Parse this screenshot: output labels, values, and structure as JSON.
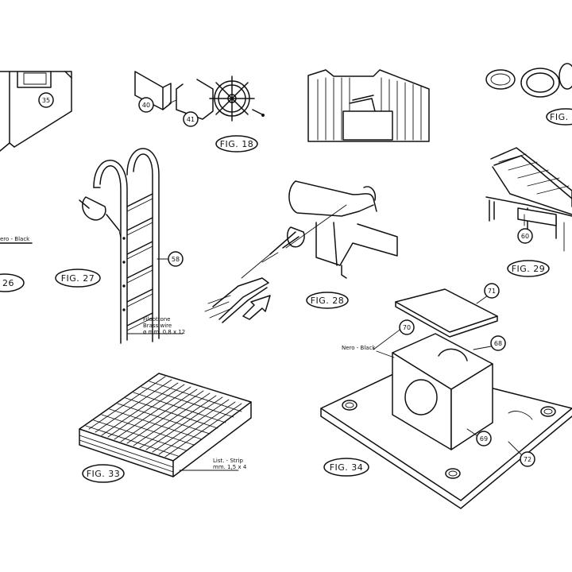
{
  "figures": {
    "fig18": "FIG. 18",
    "fig26": "G. 26",
    "fig27": "FIG. 27",
    "fig28": "FIG. 28",
    "fig29": "FIG. 29",
    "fig33": "FIG. 33",
    "fig34": "FIG. 34",
    "fig_top_right": "FIG."
  },
  "parts": {
    "p35": "35",
    "p40": "40",
    "p41": "41",
    "p58": "58",
    "p60": "60",
    "p68": "68",
    "p69": "69",
    "p70": "70",
    "p71": "71",
    "p72": "72"
  },
  "notes": {
    "nero_black_left": "ero - Black",
    "filo_1": "Filoottone",
    "filo_2": "Brass wire",
    "filo_3": "ø mm. 0,8 x 12",
    "list_1": "List. - Strip",
    "list_2": "mm. 1,5 x 4",
    "nero_black_34": "Nero - Black"
  }
}
